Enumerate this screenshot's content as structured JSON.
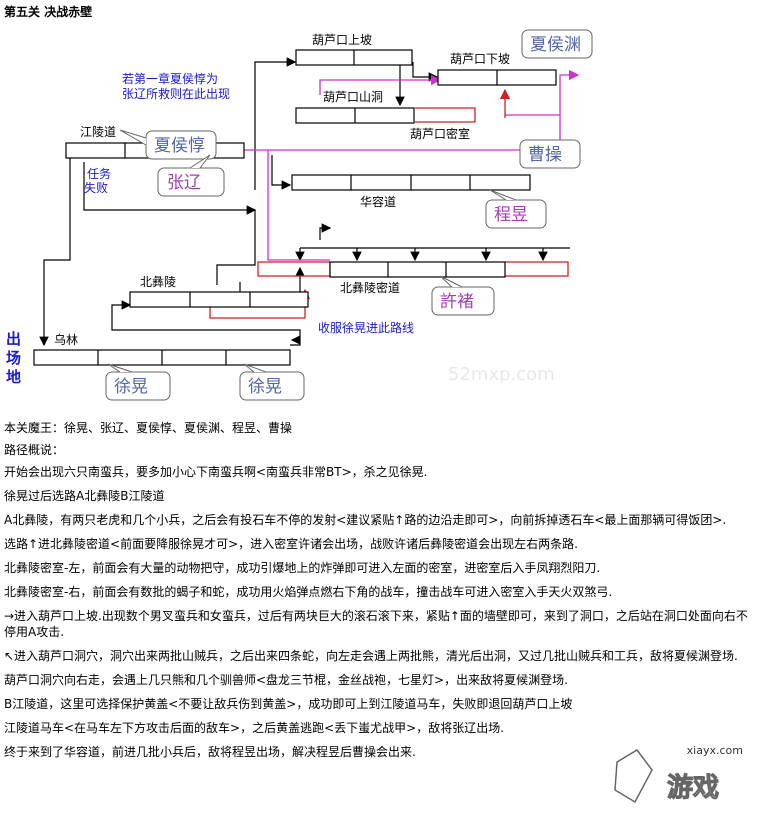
{
  "page_title": "第五关 决战赤壁",
  "map": {
    "areas": {
      "hulukou_shangpo": "葫芦口上坡",
      "hulukou_xiapo": "葫芦口下坡",
      "hulukou_shandong": "葫芦口山洞",
      "hulukou_mishi": "葫芦口密室",
      "jianglingdao": "江陵道",
      "huarongdao": "华容道",
      "beiyiling": "北彝陵",
      "beiyiling_midao": "北彝陵密道",
      "wulin": "乌林"
    },
    "note_lines": [
      "若第一章夏侯惇为",
      "张辽所救则在此出现"
    ],
    "task_fail": [
      "任务",
      "失败"
    ],
    "persuade_note": "收服徐晃进此路线",
    "start_chars": [
      "出",
      "场",
      "地"
    ],
    "bosses": {
      "xiahou_yuan": "夏侯渊",
      "xiahou_dun": "夏侯惇",
      "zhang_liao": "张辽",
      "cao_cao": "曹操",
      "cheng_yu": "程昱",
      "xu_chu": "許褚",
      "xu_huang_a": "徐晃",
      "xu_huang_b": "徐晃"
    },
    "watermark": "52mxp.com",
    "colors": {
      "line": "#000000",
      "magenta": "#cc33cc",
      "red": "#cc2222",
      "label_blue": "#1a1acc",
      "brush": "#5566aa",
      "brush_purple": "#a040b0"
    }
  },
  "text": {
    "bosses_line": "本关魔王：徐晃、张辽、夏侯惇、夏侯渊、程昱、曹操",
    "route_heading": "路径概说：",
    "paragraphs": [
      "开始会出现六只南蛮兵，要多加小心下南蛮兵啊<南蛮兵非常BT>，杀之见徐晃.",
      "徐晃过后选路A北彝陵B江陵道",
      "A北彝陵，有两只老虎和几个小兵，之后会有投石车不停的发射<建议紧贴↑路的边沿走即可>，向前拆掉透石车<最上面那辆可得饭团>.",
      "选路↑进北彝陵密道<前面要降服徐晃才可>，进入密室许诸会出场，战败许诸后彝陵密道会出现左右两条路.",
      "北彝陵密室-左，前面会有大量的动物把守，成功引爆地上的炸弹即可进入左面的密室，进密室后入手凤翔烈阳刀.",
      "北彝陵密室-右，前面会有数批的蝎子和蛇，成功用火焰弹点燃右下角的战车，撞击战车可进入密室入手天火双煞弓.",
      "→进入葫芦口上坡.出现数个男叉蛮兵和女蛮兵，过后有两块巨大的滚石滚下来，紧贴↑面的墙壁即可，来到了洞口，之后站在洞口处面向右不停用A攻击.",
      "↖进入葫芦口洞穴，洞穴出来两批山贼兵，之后出来四条蛇，向左走会遇上两批熊，清光后出洞，又过几批山贼兵和工兵，敌将夏候渊登场.",
      "葫芦口洞穴向右走，会遇上几只熊和几个驯兽师<盘龙三节棍，金丝战袍，七星灯>，出来敌将夏候渊登场.",
      "B江陵道，这里可选择保护黄盖<不要让敌兵伤到黄盖>，成功即可上到江陵道马车，失败即退回葫芦口上坡",
      "江陵道马车<在马车左下方攻击后面的敌车>，之后黄盖逃跑<丢下蚩尤战甲>，敌将张辽出场.",
      "终于来到了华容道，前进几批小兵后，敌将程昱出场，解决程昱后曹操会出来."
    ]
  },
  "watermarks": {
    "site": "xiayx.com",
    "logo_game": "游戏"
  }
}
